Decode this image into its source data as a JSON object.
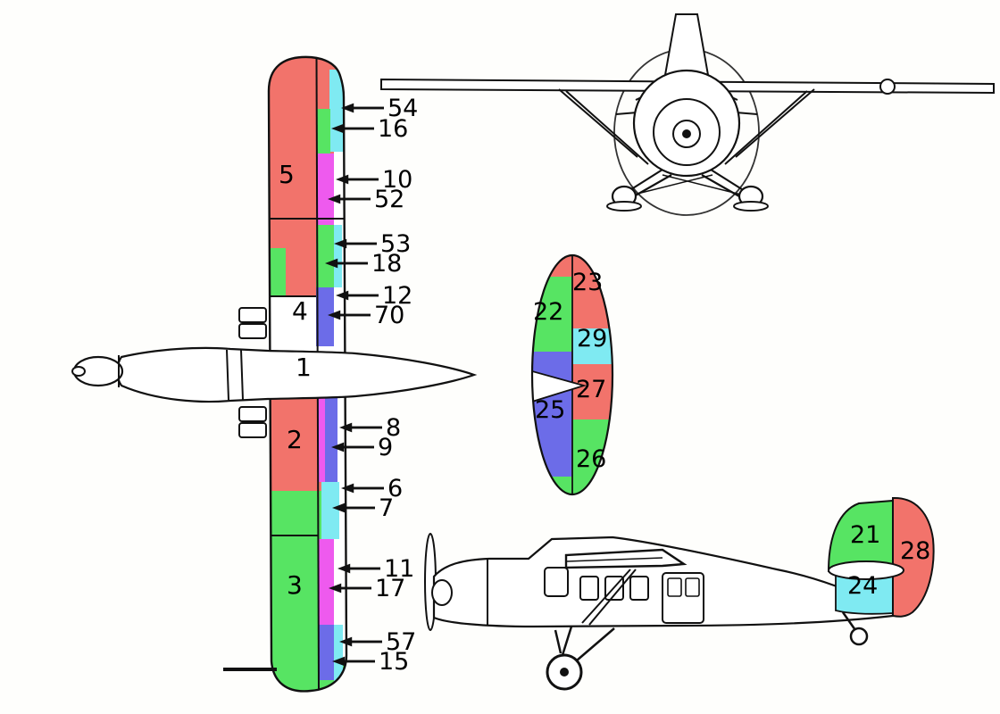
{
  "figure": {
    "description": "Aircraft three-view diagram with numbered colored part regions (plan view of wing and fuselage, front view, horizontal stabilizer plan view, side view)",
    "colors": {
      "red": "#F2736B",
      "green": "#57E463",
      "cyan": "#7FEAF2",
      "magenta": "#EE5AEE",
      "blue": "#6C6CE8",
      "line": "#111111",
      "background": "#FEFEFC"
    },
    "plan_view": {
      "regions": [
        "5",
        "4",
        "1",
        "2",
        "3"
      ],
      "callouts": [
        "54",
        "16",
        "10",
        "52",
        "53",
        "18",
        "12",
        "70",
        "8",
        "9",
        "6",
        "7",
        "11",
        "17",
        "57",
        "15"
      ]
    },
    "stabilizer_view": {
      "labels": [
        "23",
        "22",
        "29",
        "27",
        "25",
        "26"
      ]
    },
    "side_view": {
      "labels": [
        "21",
        "28",
        "24"
      ]
    }
  }
}
